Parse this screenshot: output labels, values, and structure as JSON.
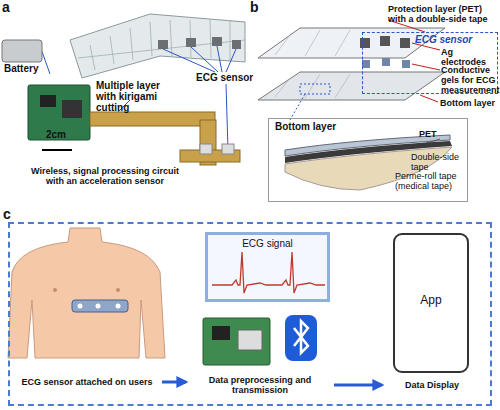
{
  "diagram": {
    "nodes": [
      {
        "text": [
          "ECG sensor",
          "Ag electrodes",
          "Conductive gels for ECG measurement"
        ]
      },
      {
        "text": [
          "Bottom layer",
          "PET",
          "Double-side tape",
          "Perme-roll tape (medical tape)"
        ]
      },
      {
        "text": [
          "c"
        ]
      },
      {
        "text": [
          "ECG sensor attached on users"
        ],
        "in": 2
      },
      {
        "text": [
          "ECG signal"
        ],
        "in": 2
      },
      {
        "text": [
          "Data preprocessing and transmission"
        ],
        "in": 2
      },
      {
        "text": [
          "Data Display"
        ],
        "in": 2
      },
      {
        "text": [
          "App"
        ],
        "in": 6
      }
    ],
    "edges": [
      {
        "from": 3,
        "to": 5,
        "arrow": "to"
      },
      {
        "from": 5,
        "to": 6,
        "arrow": "to"
      }
    ],
    "labels": [
      "a",
      "Battery",
      "ECG sensor",
      "Multiple layer with kirigami cutting",
      "2cm",
      "Wireless, signal processing circuit with an acceleration sensor",
      "b",
      "Protection layer (PET) with a double-side tape",
      "Bottom layer"
    ]
  }
}
